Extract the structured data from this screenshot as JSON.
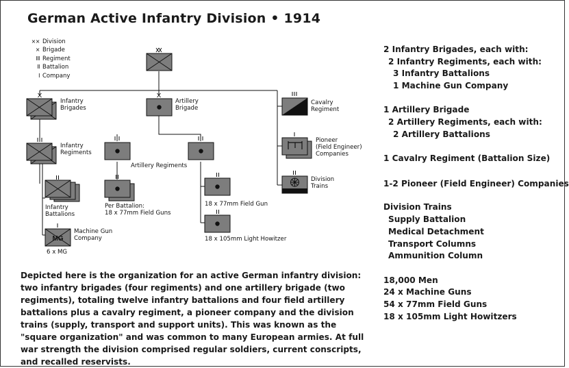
{
  "title": "German Active Infantry Division  •  1914",
  "legend": [
    {
      "symbol": "XX",
      "label": "Division"
    },
    {
      "symbol": "X",
      "label": "Brigade"
    },
    {
      "symbol": "III",
      "label": "Regiment"
    },
    {
      "symbol": "II",
      "label": "Battalion"
    },
    {
      "symbol": "I",
      "label": "Company"
    }
  ],
  "units": {
    "infantry_brigades": "Infantry\nBrigades",
    "infantry_regiments": "Infantry\nRegiments",
    "infantry_battalions": "Infantry\nBattalions",
    "mg_company": "Machine Gun\nCompany",
    "mg_symbol": "MG",
    "mg_count": "6 x MG",
    "artillery_brigade": "Artillery\nBrigade",
    "artillery_regiments": "Artillery Regiments",
    "per_battalion": "Per Battalion:\n18 x 77mm Field Guns",
    "field_gun": "18 x 77mm Field Gun",
    "howitzer": "18 x 105mm Light Howitzer",
    "cavalry": "Cavalry\nRegiment",
    "pioneer": "Pioneer\n(Field Engineer)\nCompanies",
    "trains": "Division\nTrains"
  },
  "summary": [
    "2 Infantry Brigades, each with:",
    "2 Infantry Regiments, each with:",
    "3 Infantry Battalions",
    "1 Machine Gun Company",
    "1 Artillery Brigade",
    "2 Artillery Regiments, each with:",
    "2 Artillery Battalions",
    "1 Cavalry Regiment (Battalion Size)",
    "1-2  Pioneer (Field Engineer) Companies",
    "Division Trains",
    "Supply Battalion",
    "Medical Detachment",
    "Transport Columns",
    "Ammunition Column",
    "18,000 Men",
    "24 x Machine Guns",
    "54 x 77mm Field Guns",
    "18 x 105mm Light Howitzers"
  ],
  "description": "Depicted here is the organization for an active German infantry division: two infantry brigades (four regiments) and one artillery brigade (two regiments), totaling twelve infantry battalions and four field artillery battalions plus a cavalry regiment, a pioneer company and the division trains (supply, transport and support units). This was known as the \"square organization\" and was common to many European armies. At full war strength the division comprised regular soldiers, current conscripts, and recalled reservists."
}
